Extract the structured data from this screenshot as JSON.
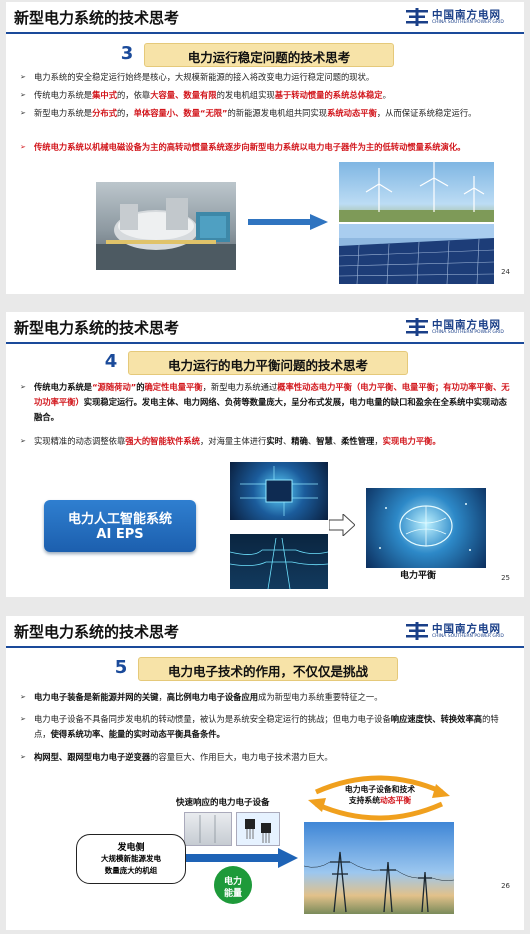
{
  "header": {
    "title": "新型电力系统的技术思考",
    "logo_cn": "中国南方电网",
    "logo_en": "CHINA SOUTHERN POWER GRID"
  },
  "slide1": {
    "section_num": "3",
    "section_title": "电力运行稳定问题的技术思考",
    "b1": "电力系统的安全稳定运行始终是核心，大规模新能源的接入将改变电力运行稳定问题的现状。",
    "b2": [
      "传统电力系统是",
      "集中式",
      "的，依靠",
      "大容量、数量有限",
      "的发电机组实现",
      "基于转动惯量的系统总体稳定",
      "。"
    ],
    "b3": [
      "新型电力系统是",
      "分布式",
      "的，",
      "单体容量小、数量“无限”",
      "的新能源发电机组共同实现",
      "系统动态平衡",
      "，从而保证系统稳定运行。"
    ],
    "b4": "传统电力系统以机械电磁设备为主的高转动惯量系统逐步向新型电力系统以电力电子器件为主的低转动惯量系统演化。",
    "page": "24"
  },
  "slide2": {
    "section_num": "4",
    "section_title": "电力运行的电力平衡问题的技术思考",
    "b1": [
      "传统电力系统是",
      "“源随荷动”",
      "的",
      "确定性电量平衡",
      "，新型电力系统通过",
      "概率性动态电力平衡（电力平衡、电量平衡；有功功率平衡、无功功率平衡）",
      "实现稳定运行。发电主体、电力网络、负荷等数量庞大，呈分布式发展，电力电量的缺口和盈余在全系统中实现动态融合。"
    ],
    "b2": [
      "实现精准的动态调整依靠",
      "强大的智能软件系统",
      "，对海量主体进行",
      "实时",
      "、",
      "精确",
      "、",
      "智慧",
      "、",
      "柔性管理",
      "，",
      "实现电力平衡。"
    ],
    "ai_title": "电力人工智能系统",
    "ai_sub": "AI EPS",
    "img_caption": "电力平衡",
    "page": "25"
  },
  "slide3": {
    "section_num": "5",
    "section_title": "电力电子技术的作用，不仅仅是挑战",
    "b1": [
      "电力电子装备是新能源并网的关键",
      "，",
      "高比例电力电子设备应用",
      "成为新型电力系统重要特征之一。"
    ],
    "b2": [
      "电力电子设备不具备同步发电机的转动惯量，被认为是系统安全稳定运行的挑战；但电力电子设备",
      "响应速度快、转换效率高",
      "的特点，",
      "使得系统功率、能量的实时动态平衡具备条件。"
    ],
    "b3": [
      "构网型、跟网型电力电子逆变器",
      "的容量巨大、作用巨大，电力电子技术潜力巨大。"
    ],
    "device_label": "快速响应的电力电子设备",
    "gen_label": [
      "发电侧",
      "大规模新能源发电",
      "数量庞大的机组"
    ],
    "energy_label": [
      "电力",
      "能量"
    ],
    "cycle_label": [
      "电力电子设备和技术",
      "支持系统",
      "动态平衡"
    ],
    "page": "26"
  },
  "colors": {
    "accent_red": "#d2161c",
    "brand_blue": "#1a4a9a",
    "section_bar": "#f7e3a8"
  }
}
